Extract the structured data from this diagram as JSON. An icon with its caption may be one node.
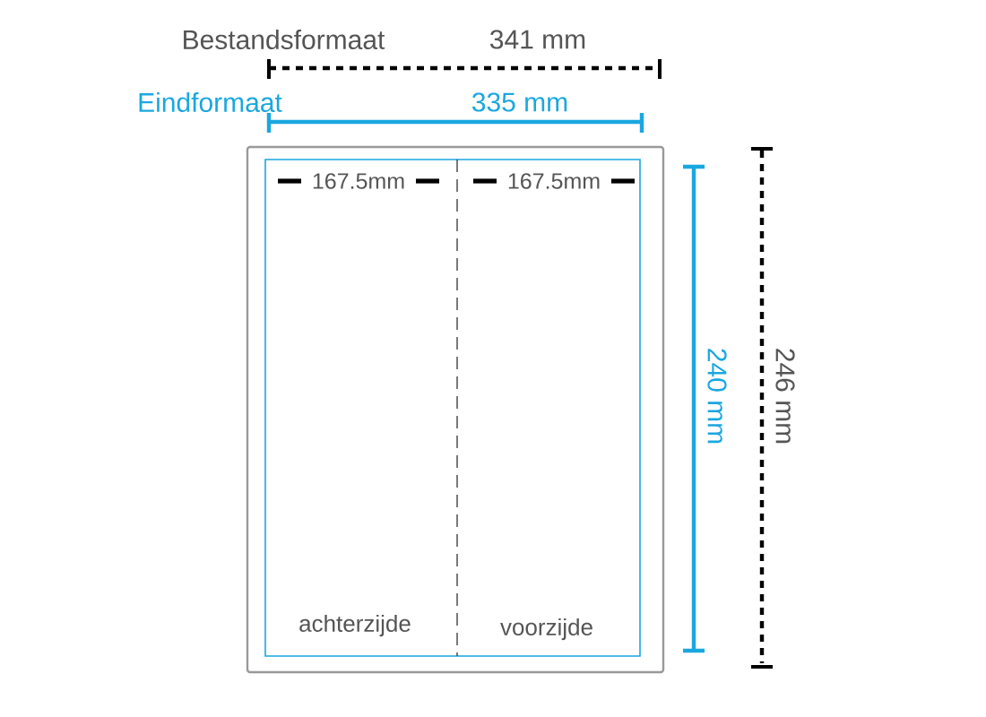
{
  "diagram": {
    "labels": [
      "Bestandsformaat",
      "341 mm",
      "Eindformaat",
      "335 mm",
      "167.5mm",
      "167.5mm",
      "240 mm",
      "246 mm",
      "achterzijde",
      "voorzijde"
    ]
  }
}
